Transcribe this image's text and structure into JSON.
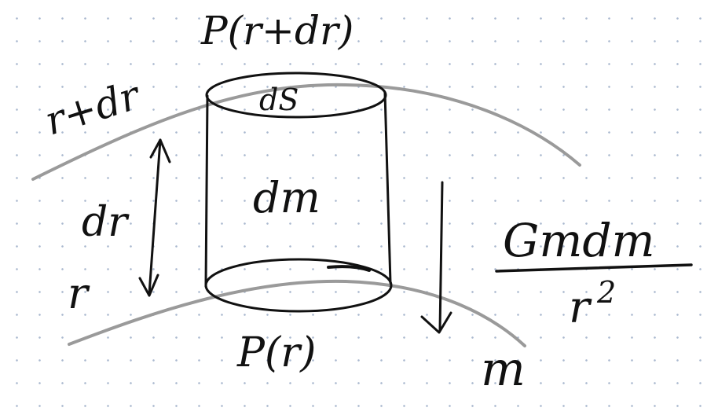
{
  "labels": {
    "pressure_top": "P(r+dr)",
    "radius_outer": "r+dr",
    "area": "dS",
    "mass_element": "dm",
    "thickness": "dr",
    "radius_inner": "r",
    "pressure_bottom": "P(r)",
    "enclosed_mass": "m",
    "gravity_numerator": "Gmdm",
    "gravity_denominator_base": "r",
    "gravity_denominator_exponent": "2"
  },
  "colors": {
    "ink": "#111111",
    "shell_curve": "#9a9a9a",
    "grid_dot": "#a9b8cf"
  }
}
